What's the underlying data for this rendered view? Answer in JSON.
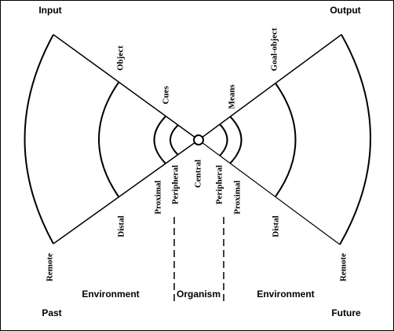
{
  "corners": {
    "input": "Input",
    "output": "Output",
    "past": "Past",
    "future": "Future"
  },
  "regions": {
    "environment_left": "Environment",
    "organism": "Organism",
    "environment_right": "Environment"
  },
  "left_cone": {
    "object": "Object",
    "cues": "Cues",
    "remote": "Remote",
    "distal": "Distal",
    "proximal": "Proximal",
    "peripheral": "Peripheral"
  },
  "center": {
    "central": "Central"
  },
  "right_cone": {
    "goal_object": "Goal-object",
    "means": "Means",
    "peripheral": "Peripheral",
    "proximal": "Proximal",
    "distal": "Distal",
    "remote": "Remote"
  }
}
